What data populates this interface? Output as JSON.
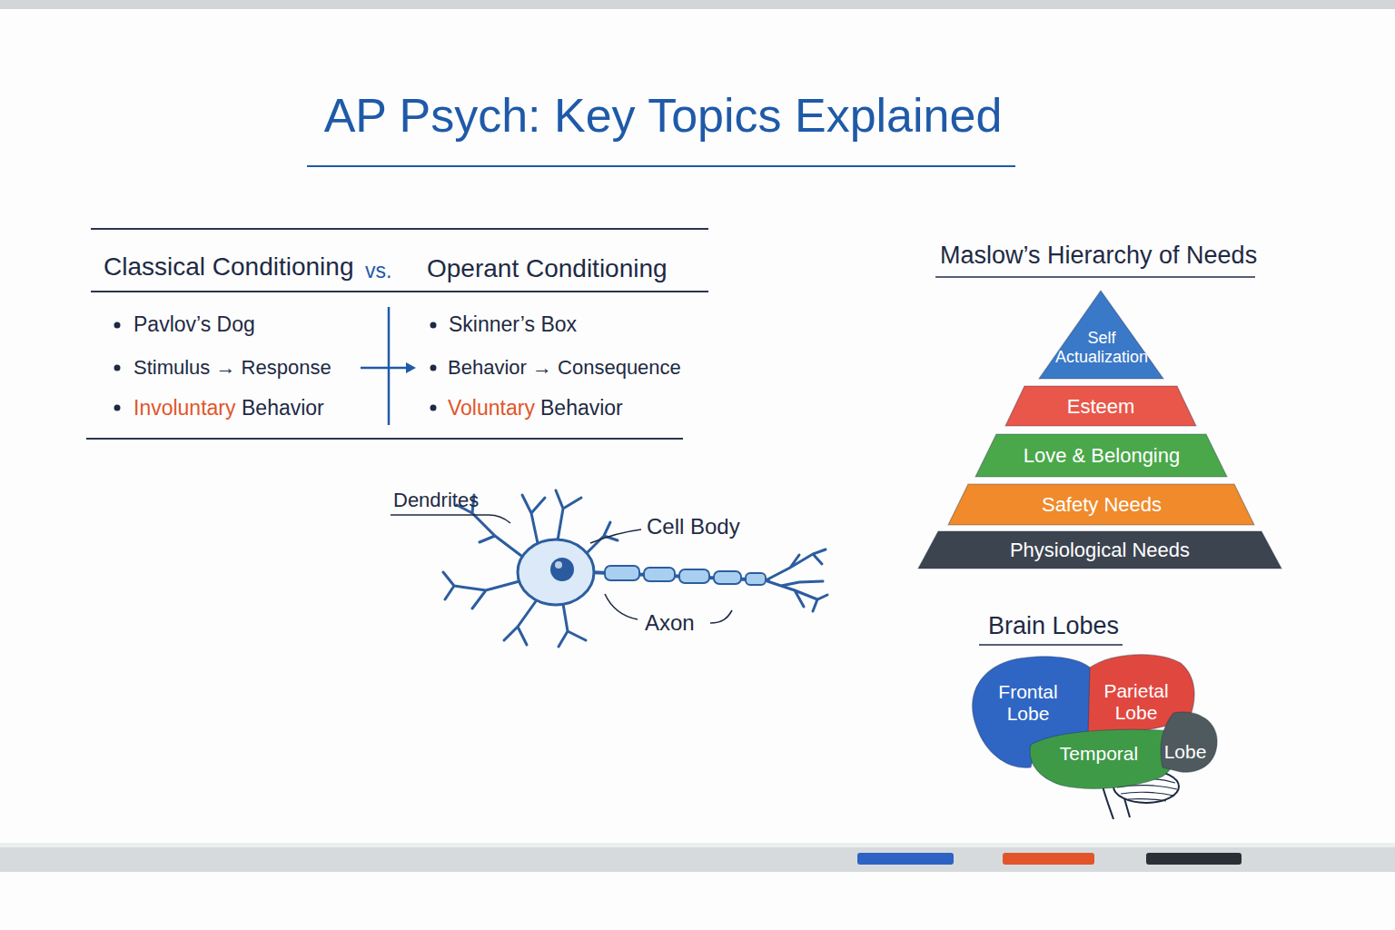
{
  "diagram": {
    "title": "AP Psych: Key Topics Explained",
    "nodes": [
      {
        "text": [
          "Self Actualization"
        ]
      },
      {
        "text": [
          "Esteem"
        ]
      },
      {
        "text": [
          "Love & Belonging"
        ]
      },
      {
        "text": [
          "Safety Needs"
        ]
      },
      {
        "text": [
          "Physiological Needs"
        ]
      },
      {
        "text": [
          "Frontal Lobe"
        ]
      },
      {
        "text": [
          "Parietal Lobe"
        ]
      },
      {
        "text": [
          "Temporal"
        ]
      },
      {
        "text": [
          "Lobe"
        ]
      }
    ],
    "labels": [
      "Classical Conditioning",
      "vs.",
      "Operant Conditioning",
      "Pavlov’s Dog",
      "Stimulus → Response",
      "Involuntary",
      "Behavior",
      "Skinner’s Box",
      "Behavior → Consequence",
      "Voluntary",
      "Behavior",
      "Dendrites",
      "Cell Body",
      "Axon",
      "Maslow’s Hierarchy of Needs",
      "Brain Lobes"
    ]
  }
}
